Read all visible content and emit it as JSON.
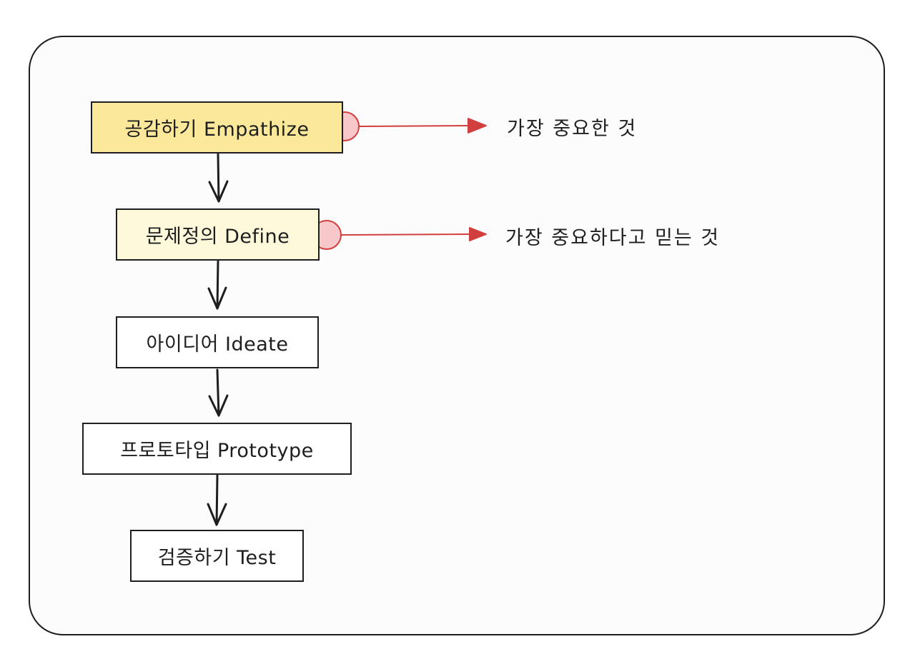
{
  "colors": {
    "stroke": "#1e1e1e",
    "node_fill_strong": "#fce89b",
    "node_fill_light": "#fff9db",
    "node_fill_plain": "#ffffff",
    "circle_fill": "#f8c7ca",
    "circle_stroke": "#d23f3f",
    "arrow_red": "#d23f3f"
  },
  "diagram": {
    "steps": [
      {
        "label": "공감하기 Empathize",
        "highlight": "strong"
      },
      {
        "label": "문제정의 Define",
        "highlight": "light"
      },
      {
        "label": "아이디어 Ideate",
        "highlight": "none"
      },
      {
        "label": "프로토타입 Prototype",
        "highlight": "none"
      },
      {
        "label": "검증하기 Test",
        "highlight": "none"
      }
    ],
    "notes": [
      {
        "text": "가장 중요한 것"
      },
      {
        "text": "가장 중요하다고 믿는 것"
      }
    ]
  }
}
